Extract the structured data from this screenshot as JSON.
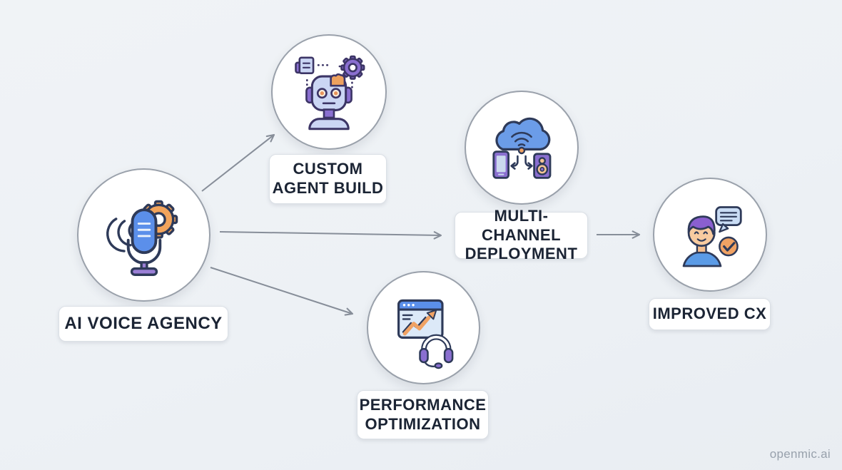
{
  "title": "AI voice agency workflow diagram",
  "nodes": [
    {
      "id": "ai-voice-agency",
      "label": "AI VOICE AGENCY",
      "icon": "microphone-gear-icon"
    },
    {
      "id": "custom-agent-build",
      "label": "CUSTOM\nAGENT BUILD",
      "icon": "robot-head-icon"
    },
    {
      "id": "multi-channel-deployment",
      "label": "MULTI-CHANNEL\nDEPLOYMENT",
      "icon": "cloud-devices-icon"
    },
    {
      "id": "performance-optimization",
      "label": "PERFORMANCE\nOPTIMIZATION",
      "icon": "analytics-headset-icon"
    },
    {
      "id": "improved-cx",
      "label": "IMPROVED CX",
      "icon": "customer-chat-icon"
    }
  ],
  "edges": [
    {
      "from": "ai-voice-agency",
      "to": "custom-agent-build"
    },
    {
      "from": "ai-voice-agency",
      "to": "multi-channel-deployment"
    },
    {
      "from": "ai-voice-agency",
      "to": "performance-optimization"
    },
    {
      "from": "multi-channel-deployment",
      "to": "improved-cx"
    }
  ],
  "watermark": "openmic.ai",
  "colors": {
    "background": "#edf1f5",
    "node_fill": "#ffffff",
    "node_border": "#9aa1ab",
    "label_text": "#1b2434",
    "arrow": "#878e99",
    "icon_outline": "#2e3a59",
    "icon_blue": "#5b8fea",
    "icon_light_blue": "#c9d8f0",
    "icon_purple": "#8a6fd0",
    "icon_orange": "#f0a264",
    "icon_skin": "#f8cba0"
  }
}
